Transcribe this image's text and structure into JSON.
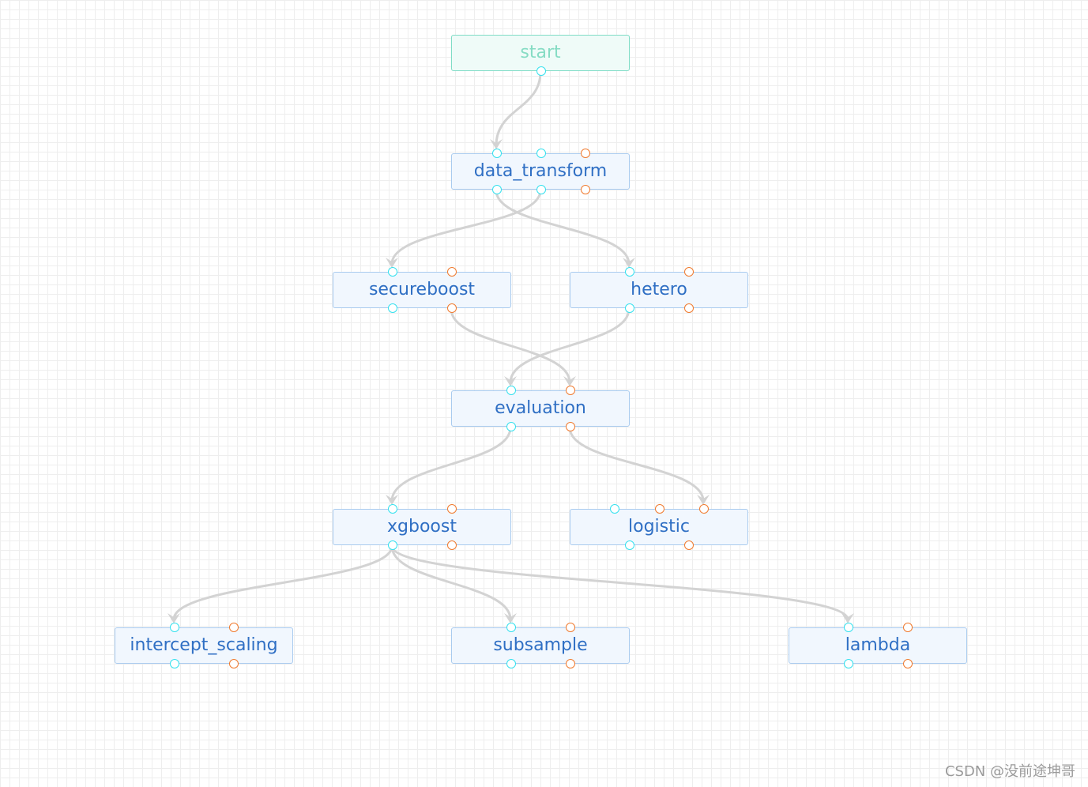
{
  "diagram": {
    "nodes": [
      {
        "id": "start",
        "label": "start",
        "style": "start"
      },
      {
        "id": "data_transform",
        "label": "data_transform"
      },
      {
        "id": "secureboost",
        "label": "secureboost"
      },
      {
        "id": "hetero",
        "label": "hetero"
      },
      {
        "id": "evaluation",
        "label": "evaluation"
      },
      {
        "id": "xgboost",
        "label": "xgboost"
      },
      {
        "id": "logistic",
        "label": "logistic"
      },
      {
        "id": "intercept_scaling",
        "label": "intercept_scaling"
      },
      {
        "id": "subsample",
        "label": "subsample"
      },
      {
        "id": "lambda",
        "label": "lambda"
      }
    ],
    "edges": [
      {
        "from": "start",
        "to": "data_transform"
      },
      {
        "from": "data_transform",
        "to": "secureboost"
      },
      {
        "from": "data_transform",
        "to": "hetero"
      },
      {
        "from": "secureboost",
        "to": "evaluation"
      },
      {
        "from": "hetero",
        "to": "evaluation"
      },
      {
        "from": "evaluation",
        "to": "xgboost"
      },
      {
        "from": "evaluation",
        "to": "logistic"
      },
      {
        "from": "xgboost",
        "to": "intercept_scaling"
      },
      {
        "from": "xgboost",
        "to": "subsample"
      },
      {
        "from": "xgboost",
        "to": "lambda"
      }
    ],
    "colors": {
      "edge": "#d3d3d3",
      "data_port": "#34e1ee",
      "model_port": "#f07a2e",
      "node_label": "#2f6fc4"
    }
  },
  "watermark": "CSDN @没前途坤哥"
}
